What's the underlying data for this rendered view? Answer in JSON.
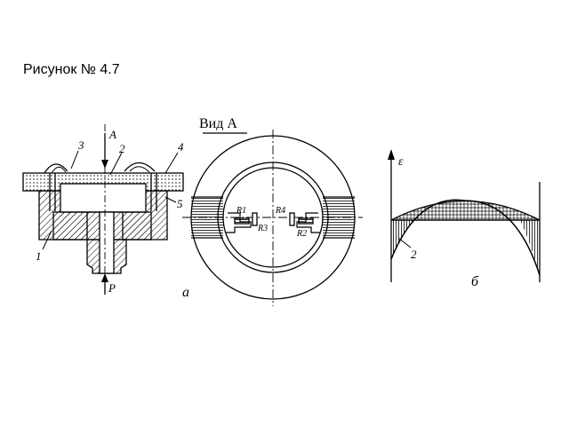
{
  "caption": "Рисунок № 4.7",
  "view_label": "Вид А",
  "section": {
    "arrow_label": "A",
    "pressure_label": "P",
    "callouts": [
      "1",
      "2",
      "3",
      "4",
      "5"
    ]
  },
  "view_a": {
    "resistors": [
      "R1",
      "R2",
      "R3",
      "R4"
    ],
    "sub_label": "а"
  },
  "strain_plot": {
    "axis_label": "ε",
    "curve_label": "2",
    "sub_label": "б"
  },
  "colors": {
    "ink": "#000000",
    "paper": "#ffffff"
  }
}
